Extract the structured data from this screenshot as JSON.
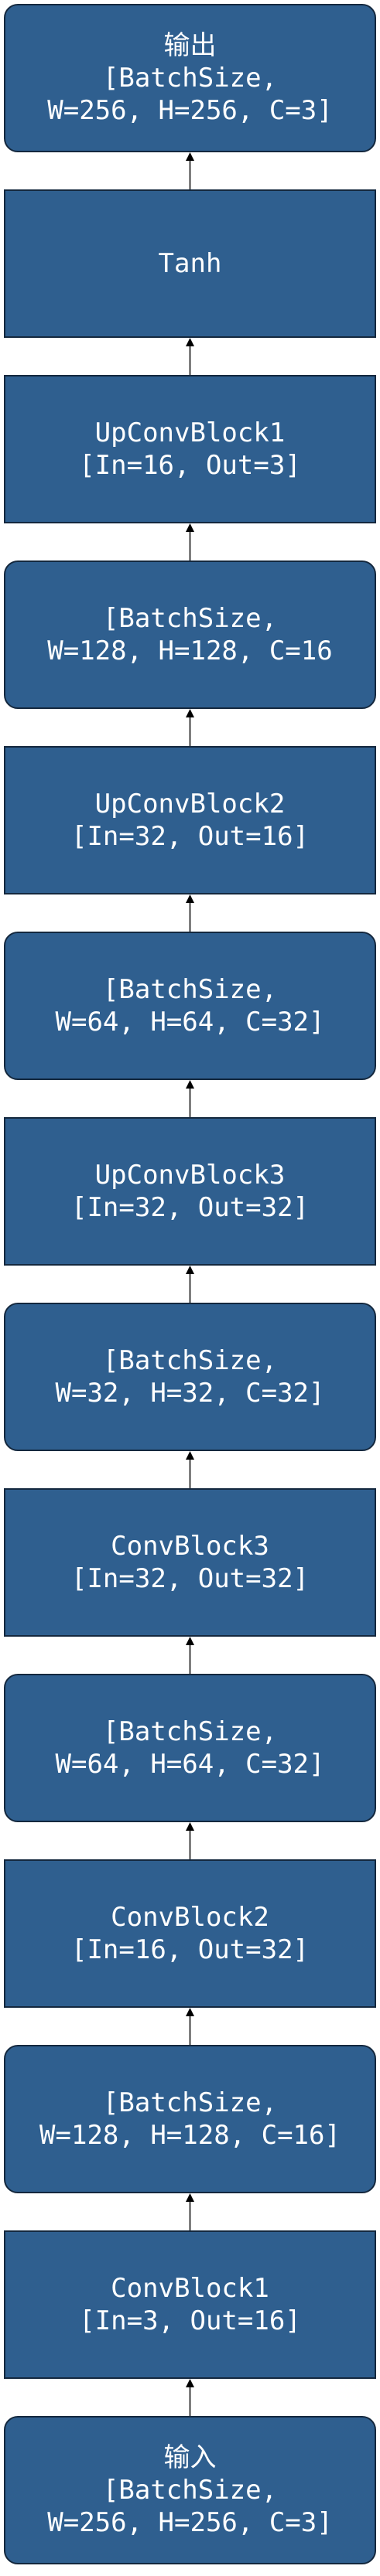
{
  "diagram": {
    "direction": "bottom-to-top",
    "node_color": "#2f5f8f",
    "border_color": "#14283e",
    "text_color": "#ffffff",
    "arrow_color": "#000000",
    "nodes": [
      {
        "id": "output",
        "shape": "rounded",
        "text": "输出\n[BatchSize,\nW=256, H=256, C=3]"
      },
      {
        "id": "tanh",
        "shape": "rect",
        "text": "Tanh"
      },
      {
        "id": "upconvblock1",
        "shape": "rect",
        "text": "UpConvBlock1\n[In=16, Out=3]"
      },
      {
        "id": "tensor-128-16-a",
        "shape": "rounded",
        "text": "[BatchSize,\nW=128, H=128, C=16"
      },
      {
        "id": "upconvblock2",
        "shape": "rect",
        "text": "UpConvBlock2\n[In=32, Out=16]"
      },
      {
        "id": "tensor-64-32-a",
        "shape": "rounded",
        "text": "[BatchSize,\nW=64, H=64, C=32]"
      },
      {
        "id": "upconvblock3",
        "shape": "rect",
        "text": "UpConvBlock3\n[In=32, Out=32]"
      },
      {
        "id": "tensor-32-32",
        "shape": "rounded",
        "text": "[BatchSize,\nW=32, H=32, C=32]"
      },
      {
        "id": "convblock3",
        "shape": "rect",
        "text": "ConvBlock3\n[In=32, Out=32]"
      },
      {
        "id": "tensor-64-32-b",
        "shape": "rounded",
        "text": "[BatchSize,\nW=64, H=64, C=32]"
      },
      {
        "id": "convblock2",
        "shape": "rect",
        "text": "ConvBlock2\n[In=16, Out=32]"
      },
      {
        "id": "tensor-128-16-b",
        "shape": "rounded",
        "text": "[BatchSize,\nW=128, H=128, C=16]"
      },
      {
        "id": "convblock1",
        "shape": "rect",
        "text": "ConvBlock1\n[In=3, Out=16]"
      },
      {
        "id": "input",
        "shape": "rounded",
        "text": "输入\n[BatchSize,\nW=256, H=256, C=3]"
      }
    ]
  }
}
